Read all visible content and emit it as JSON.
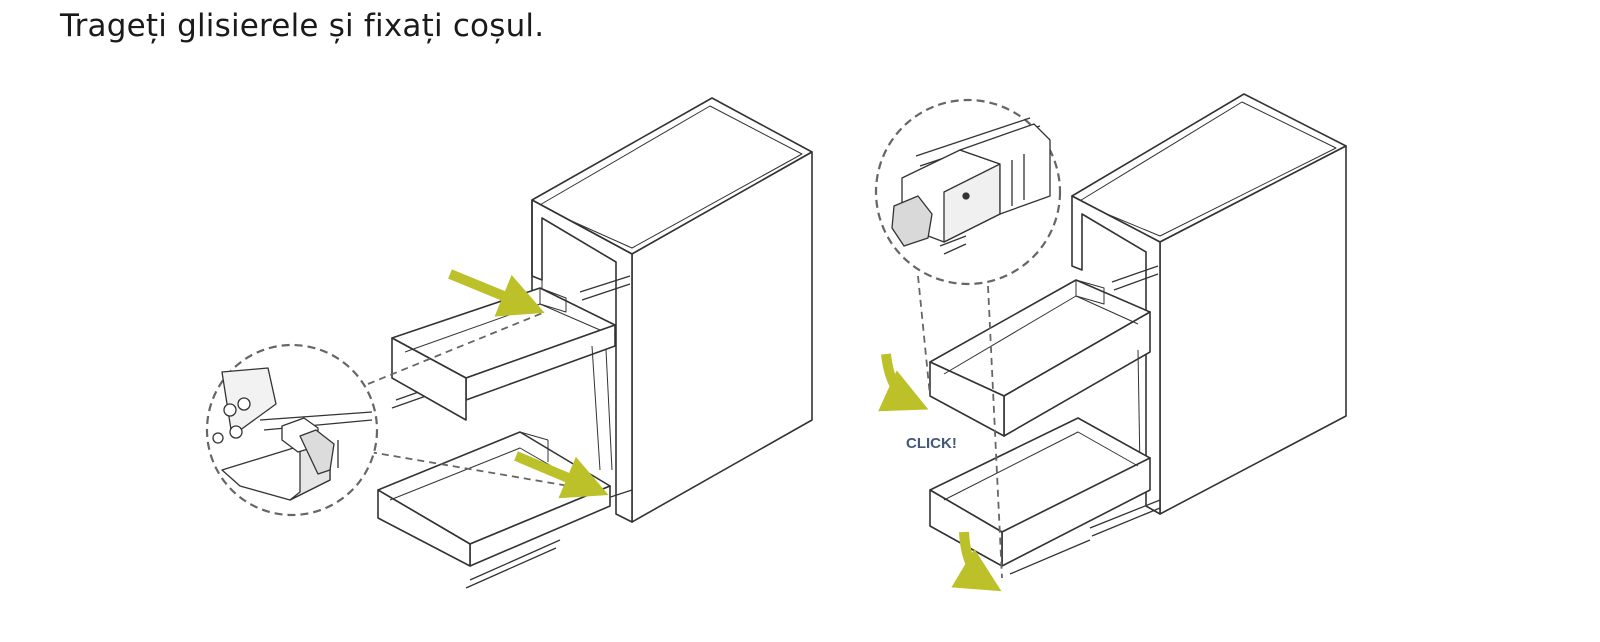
{
  "title": "Trageți glisierele și fixați coșul.",
  "labels": {
    "click": "CLICK!"
  },
  "colors": {
    "arrow": "#bcc12a",
    "line": "#333333",
    "dash": "#666666",
    "panel_fill": "#ffffff",
    "click_text": "#44587a"
  },
  "steps": [
    {
      "name": "pull-out-slides",
      "arrows": 2,
      "detail_circle": "slide-clip-closeup"
    },
    {
      "name": "attach-basket",
      "arrows": 2,
      "detail_circle": "latch-closeup"
    }
  ]
}
